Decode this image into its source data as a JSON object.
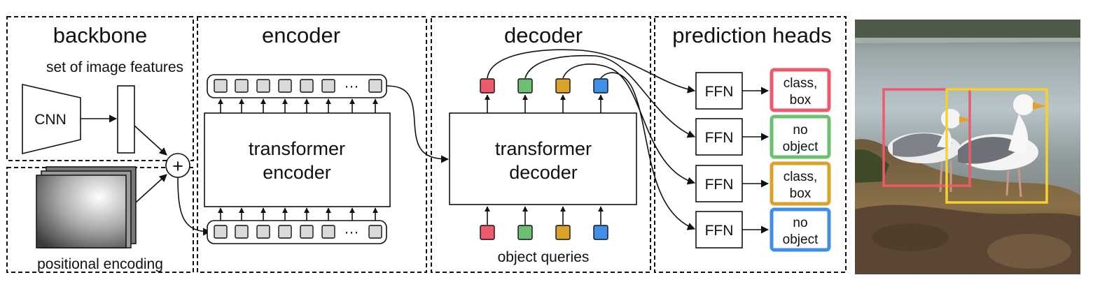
{
  "sections": {
    "backbone": "backbone",
    "encoder": "encoder",
    "decoder": "decoder",
    "prediction_heads": "prediction heads"
  },
  "labels": {
    "image_features": "set of image features",
    "cnn": "CNN",
    "positional_encoding": "positional encoding",
    "plus": "+",
    "ellipsis": "···",
    "transformer_encoder": [
      "transformer",
      "encoder"
    ],
    "transformer_decoder": [
      "transformer",
      "decoder"
    ],
    "object_queries": "object queries",
    "ffn": "FFN"
  },
  "predictions": [
    {
      "line1": "class,",
      "line2": "box",
      "color": "#ec5a6b"
    },
    {
      "line1": "no",
      "line2": "object",
      "color": "#6dbf72"
    },
    {
      "line1": "class,",
      "line2": "box",
      "color": "#d9a329"
    },
    {
      "line1": "no",
      "line2": "object",
      "color": "#3f8fe8"
    }
  ],
  "query_colors": [
    "#ec5a6b",
    "#6dbf72",
    "#d9a329",
    "#3f8fe8"
  ],
  "photo": {
    "subject": "two seagulls standing on rocks",
    "box_colors": [
      "#ec5a6b",
      "#f5d22e"
    ]
  }
}
